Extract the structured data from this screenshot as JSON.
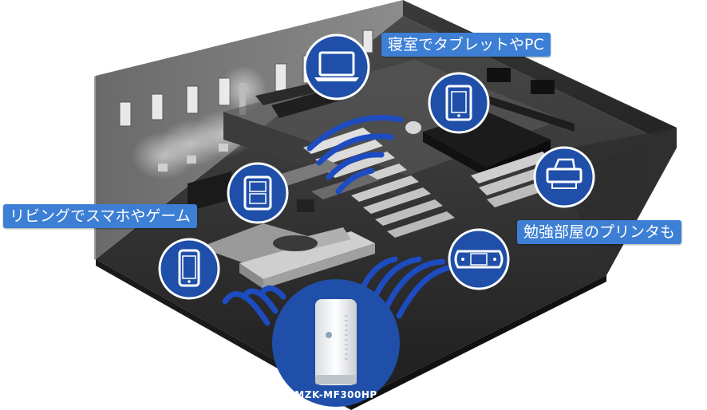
{
  "labels": {
    "bedroom": "寝室でタブレットやPC",
    "living": "リビングでスマホやゲーム",
    "study": "勉強部屋のプリンタも"
  },
  "router": {
    "model": "MZK-MF300HP"
  },
  "icons": [
    "laptop-icon",
    "tablet-icon",
    "printer-icon",
    "handheld-game-console-icon",
    "portable-game-console-icon",
    "smartphone-icon",
    "wifi-signal-icon",
    "wireless-router-image"
  ],
  "colors": {
    "accent": "#3d7fd4",
    "icon_circle": "#1f4fa8",
    "signal": "#1d4bc0"
  }
}
